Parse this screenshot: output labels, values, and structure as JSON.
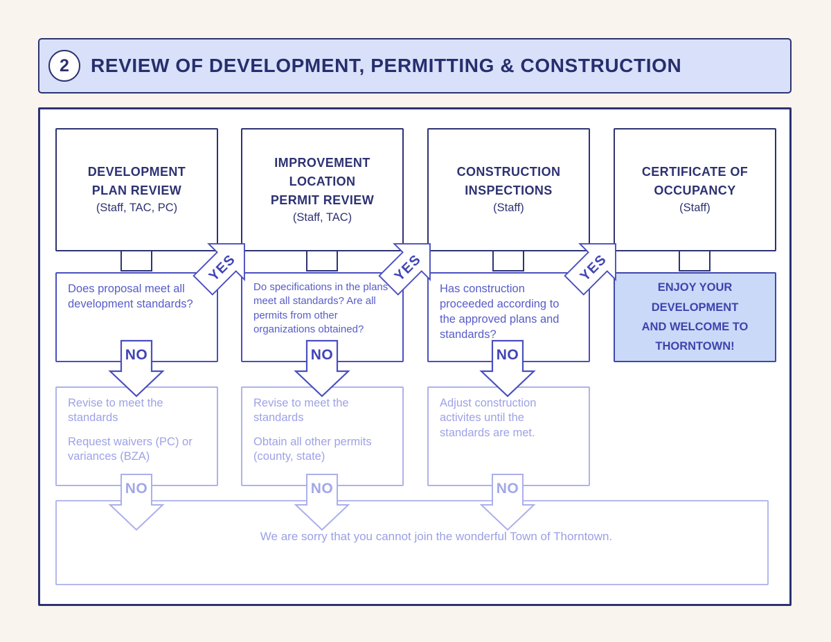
{
  "header": {
    "step_number": "2",
    "title": "REVIEW OF DEVELOPMENT, PERMITTING & CONSTRUCTION"
  },
  "labels": {
    "yes": "YES",
    "no": "NO"
  },
  "stages": [
    {
      "title": "DEVELOPMENT\nPLAN REVIEW",
      "subtitle": "(Staff, TAC, PC)",
      "question": "Does proposal meet all development standards?",
      "remedy": [
        "Revise to meet the standards",
        "Request waivers (PC) or variances (BZA)"
      ]
    },
    {
      "title": "IMPROVEMENT\nLOCATION\nPERMIT REVIEW",
      "subtitle": "(Staff, TAC)",
      "question": "Do specifications in the plans meet all standards? Are all permits from other organizations obtained?",
      "remedy": [
        "Revise to meet the standards",
        "Obtain all other permits (county, state)"
      ]
    },
    {
      "title": "CONSTRUCTION\nINSPECTIONS",
      "subtitle": "(Staff)",
      "question": "Has construction proceeded according to the approved plans and standards?",
      "remedy": [
        "Adjust construction activites until the standards are met."
      ]
    },
    {
      "title": "CERTIFICATE OF\nOCCUPANCY",
      "subtitle": "(Staff)",
      "success": "ENJOY YOUR\nDEVELOPMENT\nAND WELCOME TO\nTHORNTOWN!"
    }
  ],
  "rejection": "We are sorry that you cannot join the wonderful Town of Thorntown.",
  "colors": {
    "page_background": "#f9f5ee",
    "navy": "#2d3272",
    "header_fill": "#d8e1f9",
    "purple_border": "#4a4fbe",
    "purple_text": "#575cc8",
    "arrow_label": "#4044b5",
    "success_fill": "#cbd9f8",
    "success_text": "#3d44ad",
    "faded_border": "#aeb2ec",
    "faded_text": "#9da2e6"
  }
}
